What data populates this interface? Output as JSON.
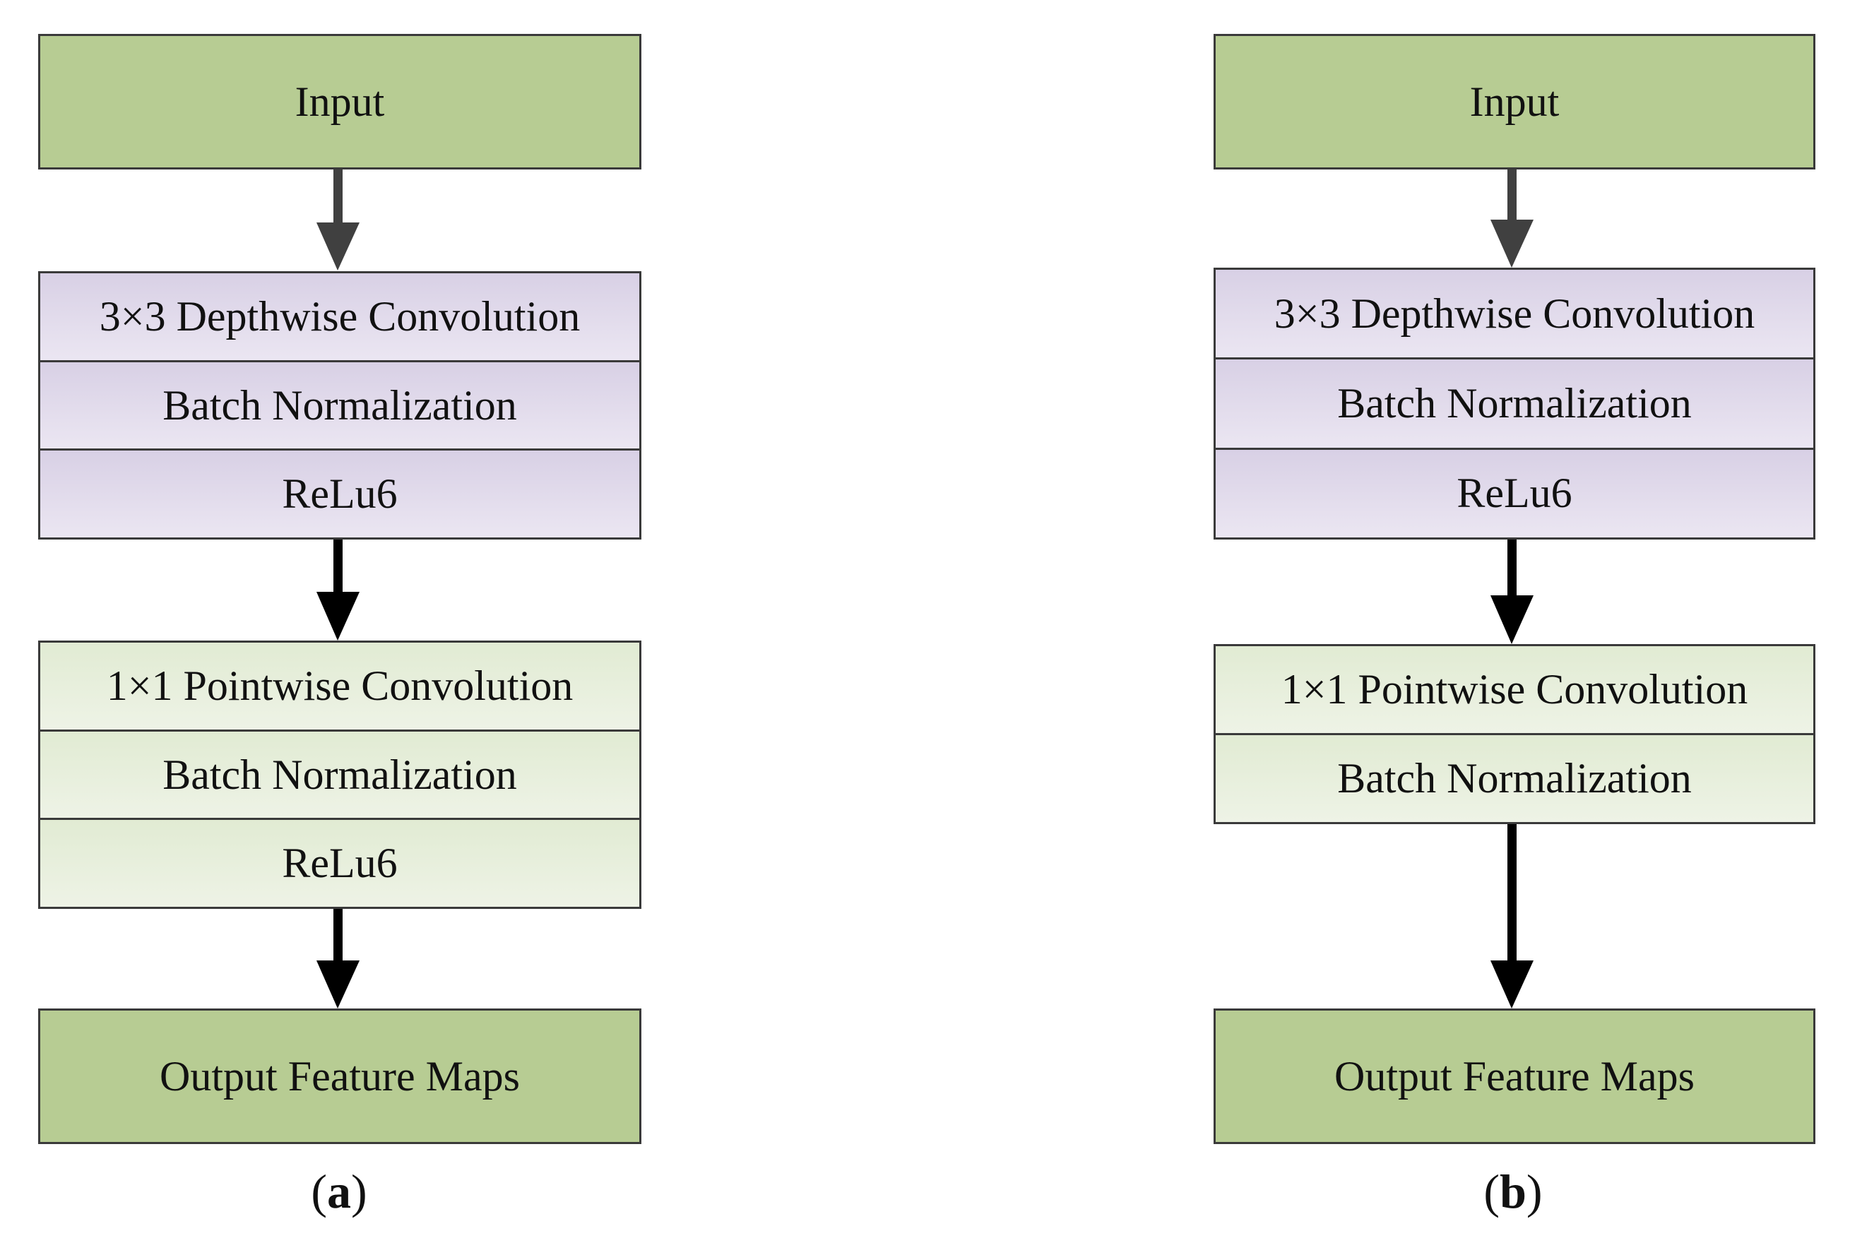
{
  "panel_a": {
    "input": "Input",
    "depthwise_block": [
      "3×3 Depthwise Convolution",
      "Batch Normalization",
      "ReLu6"
    ],
    "pointwise_block": [
      "1×1 Pointwise Convolution",
      "Batch Normalization",
      "ReLu6"
    ],
    "output": "Output Feature Maps",
    "caption_open": "(",
    "caption_letter": "a",
    "caption_close": ")"
  },
  "panel_b": {
    "input": "Input",
    "depthwise_block": [
      "3×3 Depthwise Convolution",
      "Batch Normalization",
      "ReLu6"
    ],
    "pointwise_block": [
      "1×1 Pointwise Convolution",
      "Batch Normalization"
    ],
    "output": "Output Feature Maps",
    "caption_open": "(",
    "caption_letter": "b",
    "caption_close": ")"
  },
  "colors": {
    "io_box": "#b7cc93",
    "depthwise": "#ddd5e8",
    "pointwise": "#e5edd9",
    "arrow_first": "#404040",
    "arrow": "#000000"
  }
}
